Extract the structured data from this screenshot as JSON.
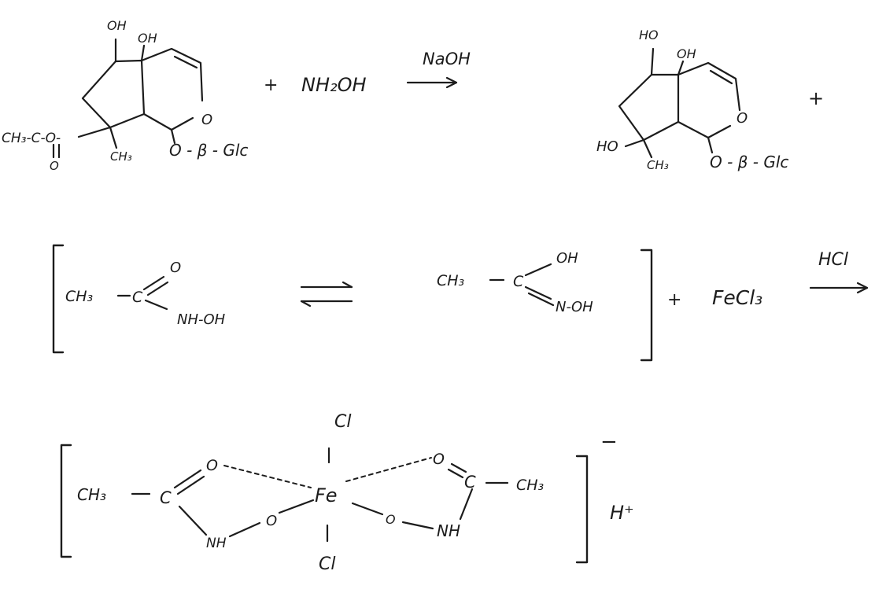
{
  "reaction1": {
    "reactant": {
      "oh_top": "OH",
      "oh_junction": "OH",
      "ring_o": "O",
      "acetyl_chain": "CH₃-C-O-",
      "carbonyl_o": "O",
      "methyl": "CH₃",
      "glycoside": "O - β - Glc"
    },
    "plus": "+",
    "reagent": "NH₂OH",
    "condition": "NaOH",
    "product": {
      "ho_top": "HO",
      "oh_junction": "OH",
      "ring_o": "O",
      "ho_left": "HO",
      "methyl": "CH₃",
      "glycoside": "O - β - Glc"
    },
    "plus_end": "+"
  },
  "reaction2": {
    "left": {
      "ch3": "CH₃",
      "c": "C",
      "o": "O",
      "nhoh": "NH-OH"
    },
    "right": {
      "ch3": "CH₃",
      "c": "C",
      "oh": "OH",
      "noh": "N-OH"
    },
    "plus": "+",
    "reagent": "FeCl₃",
    "condition": "HCl"
  },
  "complex": {
    "ch3_left": "CH₃",
    "c_left": "C",
    "o_left": "O",
    "nh_left": "NH",
    "o_bridge_left": "O",
    "cl_top": "Cl",
    "fe": "Fe",
    "cl_bottom": "Cl",
    "o_bridge_right": "O",
    "o_right": "O",
    "c_right": "C",
    "ch3_right": "CH₃",
    "nh_right": "NH",
    "charge": "−",
    "counter_ion": "H⁺"
  }
}
